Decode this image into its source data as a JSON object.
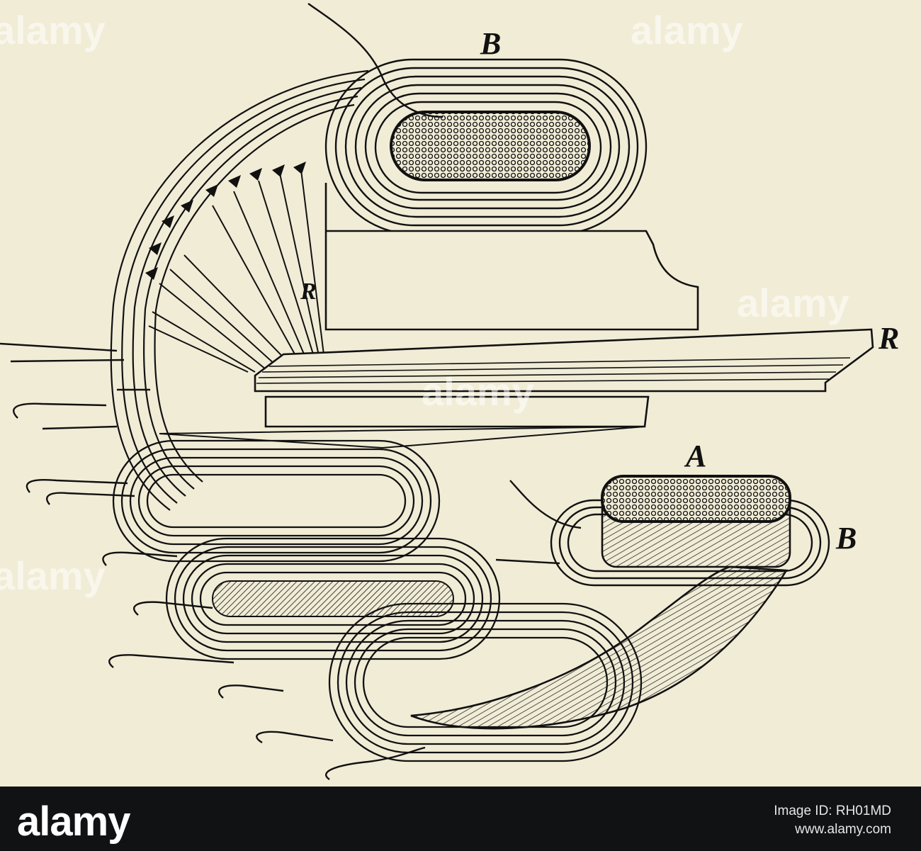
{
  "figure": {
    "labels": {
      "b_top": "B",
      "r_inner": "R",
      "r_right": "R",
      "a": "A",
      "b_right": "B"
    }
  },
  "watermark": {
    "text": "alamy"
  },
  "footer": {
    "logo": "alamy",
    "image_id_label": "Image ID: RH01MD",
    "url": "www.alamy.com"
  },
  "colors": {
    "paper": "#f1ecd6",
    "ink": "#111111",
    "footer_bg": "#111214"
  }
}
